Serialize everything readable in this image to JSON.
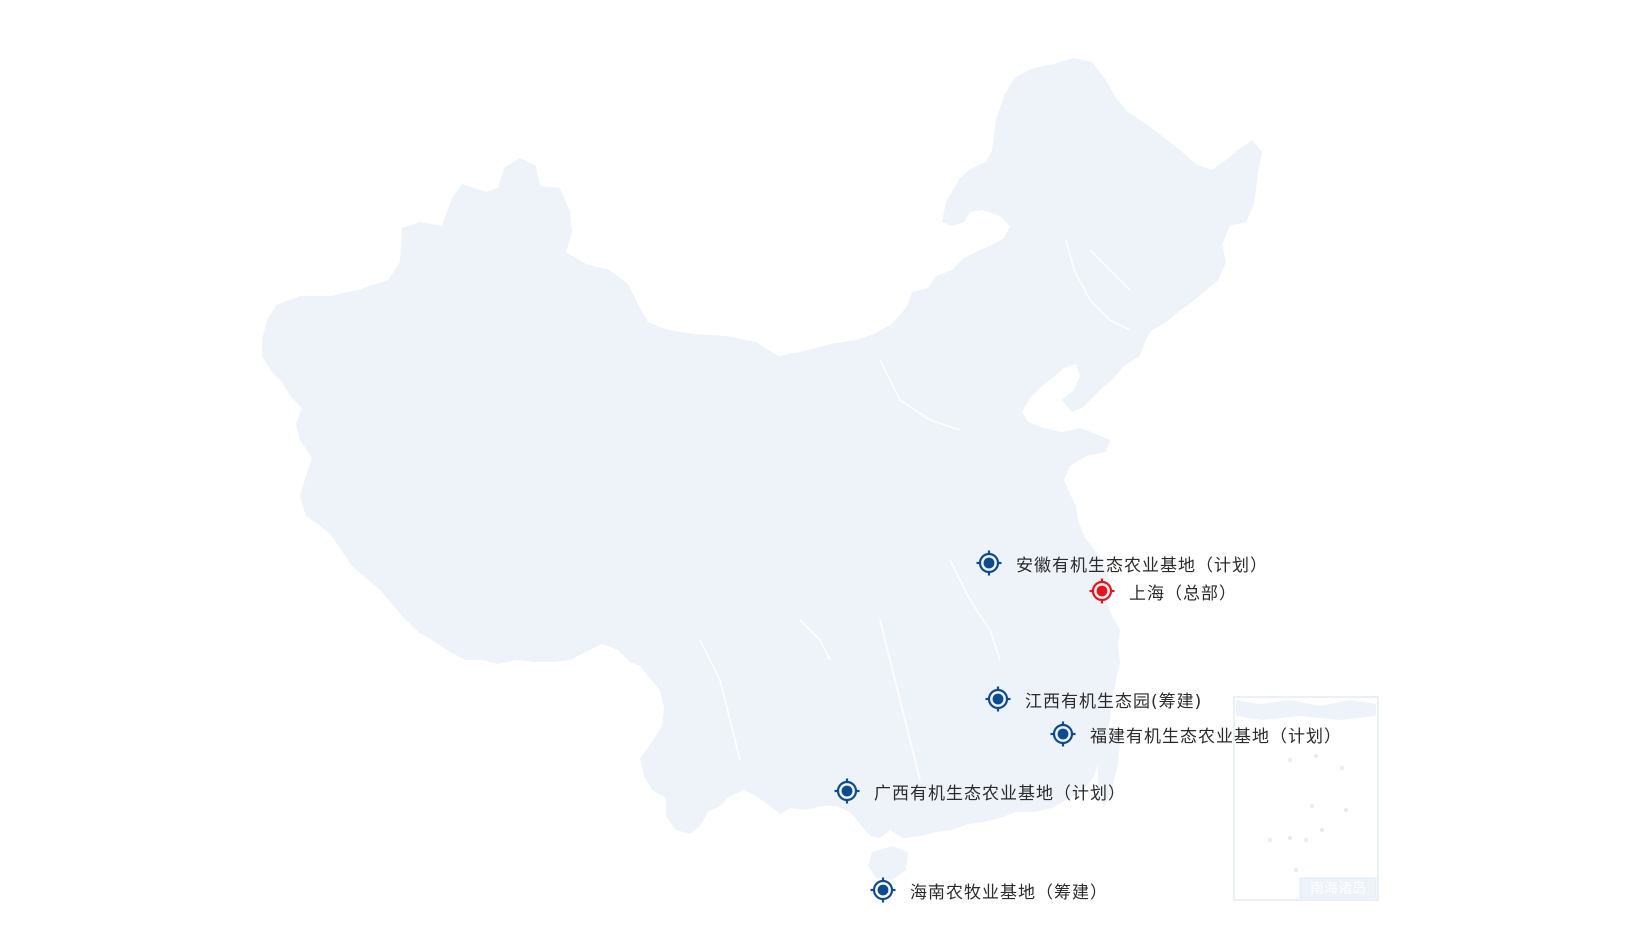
{
  "map": {
    "land_color": "#eef2f9",
    "border_color": "#ffffff",
    "inset_label": "南海诸岛"
  },
  "markers": [
    {
      "id": "anhui",
      "label": "安徽有机生态农业基地（计划）",
      "color": "#0d4b8c",
      "icon": "location-target-icon"
    },
    {
      "id": "shanghai",
      "label": "上海（总部）",
      "color": "#e8141b",
      "icon": "location-target-icon"
    },
    {
      "id": "jiangxi",
      "label": "江西有机生态园(筹建)",
      "color": "#0d4b8c",
      "icon": "location-target-icon"
    },
    {
      "id": "fujian",
      "label": "福建有机生态农业基地（计划）",
      "color": "#0d4b8c",
      "icon": "location-target-icon"
    },
    {
      "id": "guangxi",
      "label": "广西有机生态农业基地（计划）",
      "color": "#0d4b8c",
      "icon": "location-target-icon"
    },
    {
      "id": "hainan",
      "label": "海南农牧业基地（筹建）",
      "color": "#0d4b8c",
      "icon": "location-target-icon"
    }
  ]
}
